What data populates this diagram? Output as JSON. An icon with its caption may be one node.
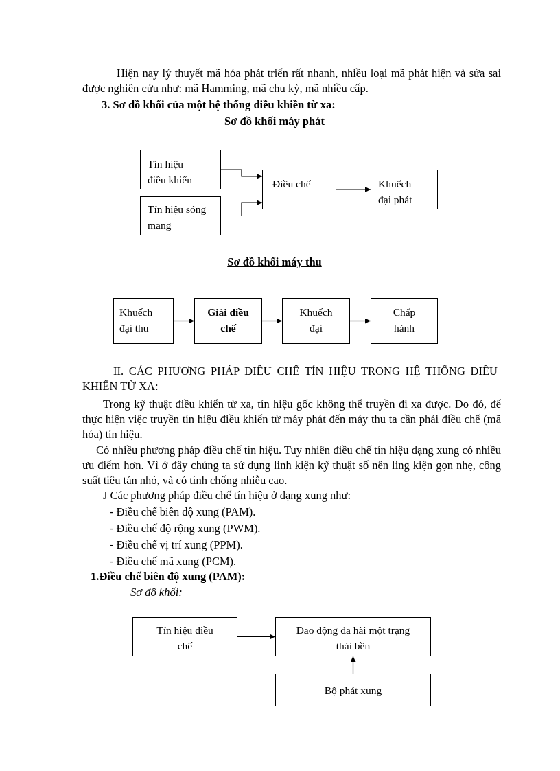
{
  "diagram": {
    "nodes": [
      {
        "text": [
          "Tín hiệu điều khiển"
        ]
      },
      {
        "text": [
          "Tín hiệu sóng mang"
        ]
      },
      {
        "text": [
          "Điều chế"
        ]
      },
      {
        "text": [
          "Khuếch đại phát"
        ]
      },
      {
        "text": [
          "Khuếch đại thu"
        ]
      },
      {
        "text": [
          "Giải điều chế"
        ]
      },
      {
        "text": [
          "Khuếch đại"
        ]
      },
      {
        "text": [
          "Chấp hành"
        ]
      },
      {
        "text": [
          "Tín hiệu điều chế"
        ]
      },
      {
        "text": [
          "Dao động đa hài một trạng thái bền"
        ]
      },
      {
        "text": [
          "Bộ phát xung"
        ]
      }
    ],
    "edges": [
      {
        "from": 0,
        "to": 2,
        "arrow": "to"
      },
      {
        "from": 1,
        "to": 2,
        "arrow": "to"
      },
      {
        "from": 2,
        "to": 3,
        "arrow": "to"
      },
      {
        "from": 4,
        "to": 5,
        "arrow": "to"
      },
      {
        "from": 5,
        "to": 6,
        "arrow": "to"
      },
      {
        "from": 6,
        "to": 7,
        "arrow": "to"
      },
      {
        "from": 8,
        "to": 9,
        "arrow": "to"
      },
      {
        "from": 10,
        "to": 9,
        "arrow": "to"
      }
    ],
    "labels": [
      "Hiện nay lý thuyết mã hóa phát triển rất nhanh, nhiều loại mã phát hiện và sửa sai được nghiên cứu như: mã Hamming, mã chu kỳ, mã nhiều cấp.",
      "3. Sơ đồ khối của một hệ thống điều khiền từ xa:",
      "Sơ đồ khối máy phát",
      "Sơ đồ khối máy thu",
      "II. CÁC PHƯƠNG PHÁP ĐIỀU CHẾ TÍN HIỆU TRONG HỆ THỐNG ĐIỀU KHIỂN TỪ XA:",
      "Trong kỹ thuật điều khiển từ xa, tín hiệu gốc không thể truyền đi xa được. Do đó, để thực hiện việc truyền tín hiệu điều khiển từ máy phát đến máy thu ta cần phải điều chế (mã hóa) tín hiệu.",
      "Có nhiều phương pháp điều chế tín hiệu. Tuy nhiên điều chế tín hiệu dạng xung có nhiều ưu điểm hơn. Vì ở đây chúng ta sử dụng linh kiện kỹ thuật số nên ling kiện gọn nhẹ, công suất tiêu tán nhỏ, và có tính chống nhiễu cao.",
      "J Các phương pháp điều chế tín hiệu ở dạng xung như:",
      "- Điều chế biên độ xung (PAM).",
      "- Điều chế độ rộng xung (PWM).",
      "- Điều chế vị trí xung (PPM).",
      "- Điều chế mã xung (PCM).",
      "1.Điều chế biên độ xung (PAM):",
      "Sơ đồ khối:"
    ]
  }
}
